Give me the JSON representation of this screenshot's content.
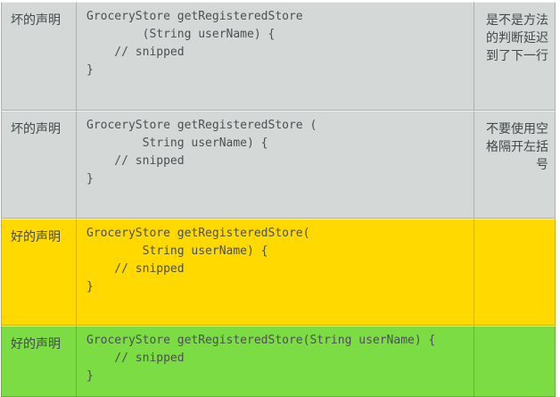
{
  "colors": {
    "bad_row_bg": "#d4d8d7",
    "good_row_yellow_bg": "#ffd900",
    "good_row_green_bg": "#7cdc44",
    "code_text": "#4b5153",
    "label_text": "#434a4c"
  },
  "table": {
    "columns": [
      "label",
      "code",
      "comment"
    ],
    "rows": [
      {
        "label": "坏的声明",
        "code": "GroceryStore getRegisteredStore\n        (String userName) {\n    // snipped\n}",
        "comment": "是不是方法的判断延迟到了下一行",
        "quality": "bad"
      },
      {
        "label": "坏的声明",
        "code": "GroceryStore getRegisteredStore (\n        String userName) {\n    // snipped\n}",
        "comment": "不要使用空格隔开左括号",
        "quality": "bad"
      },
      {
        "label": "好的声明",
        "code": "GroceryStore getRegisteredStore(\n        String userName) {\n    // snipped\n}",
        "comment": "",
        "quality": "good"
      },
      {
        "label": "好的声明",
        "code": "GroceryStore getRegisteredStore(String userName) {\n    // snipped\n}",
        "comment": "",
        "quality": "good"
      }
    ]
  }
}
